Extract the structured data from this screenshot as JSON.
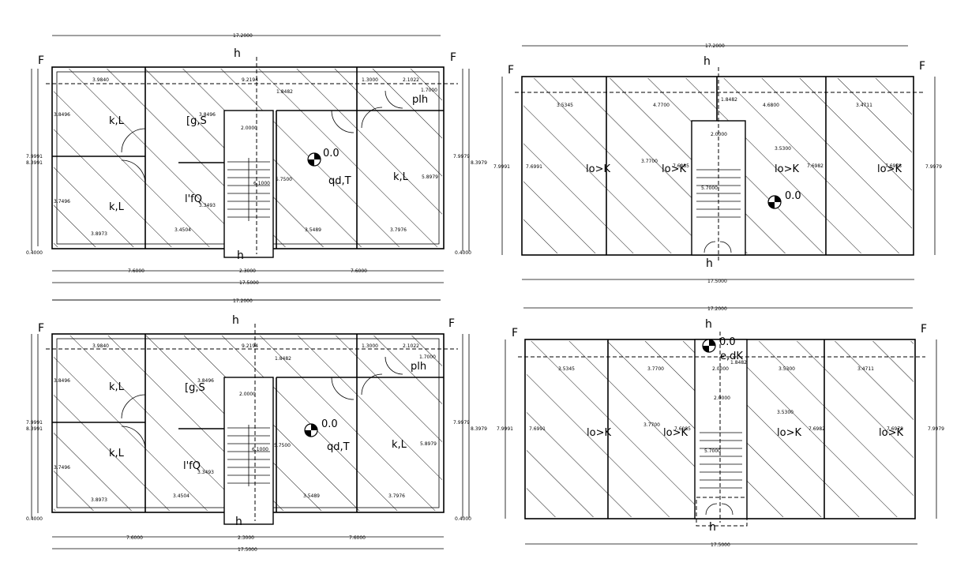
{
  "marks": {
    "section_letter": "F",
    "section_h": "h",
    "level": "0.0"
  },
  "plan_tl": {
    "top_overall": "17.2000",
    "top_segments": [
      "3.9840",
      "9.2194",
      "1.3000",
      "2.1022",
      "1.7000"
    ],
    "left_dims": [
      "3.8496",
      "3.7496",
      "7.9991",
      "8.3991",
      "0.4000"
    ],
    "right_dims": [
      "7.9979",
      "8.3979",
      "0.4000"
    ],
    "inner_dims": [
      "3.8496",
      "2.0000",
      "1.8482",
      "6.1000",
      "5.7500",
      "3.3493",
      "5.8979"
    ],
    "bottom_inner": [
      "3.8973",
      "3.4504",
      "3.5489",
      "3.7976"
    ],
    "bottom_segments": [
      "7.6000",
      "2.3000",
      "7.6000"
    ],
    "bottom_overall": "17.5000",
    "rooms": [
      "k,L",
      "k,L",
      "[g,S",
      "l'fQ",
      "qd,T",
      "k,L",
      "plh"
    ]
  },
  "plan_tr": {
    "top_overall": "17.2000",
    "top_segments": [
      "3.5345",
      "4.7700",
      "1.8482",
      "4.6800",
      "3.4711"
    ],
    "left_dims": [
      "7.9991",
      "7.6991"
    ],
    "right_dims": [
      "7.9979"
    ],
    "inner_dims": [
      "2.0000",
      "3.7700",
      "7.6085",
      "3.5300",
      "5.7000",
      "7.6982",
      "7.6978"
    ],
    "bottom_overall": "17.5000",
    "rooms": [
      "lo>K",
      "lo>K",
      "lo>K",
      "lo>K"
    ]
  },
  "plan_bl": {
    "top_overall": "17.2000",
    "top_segments": [
      "3.9840",
      "9.2194",
      "1.3000",
      "2.1022",
      "1.7000"
    ],
    "left_dims": [
      "3.8496",
      "3.7496",
      "7.9991",
      "8.3991",
      "0.4000"
    ],
    "right_dims": [
      "7.9979",
      "8.3979",
      "0.4000"
    ],
    "inner_dims": [
      "3.8496",
      "2.0000",
      "1.8482",
      "6.1000",
      "5.7500",
      "3.3493",
      "5.8979"
    ],
    "bottom_inner": [
      "3.8973",
      "3.4504",
      "3.5489",
      "3.7976"
    ],
    "bottom_segments": [
      "7.6000",
      "2.3000",
      "7.6000"
    ],
    "bottom_overall": "17.5000",
    "rooms": [
      "k,L",
      "k,L",
      "[g,S",
      "l'fQ",
      "qd,T",
      "k,L",
      "plh"
    ]
  },
  "plan_br": {
    "top_overall": "17.2000",
    "top_segments": [
      "3.5345",
      "3.7700",
      "2.0000",
      "3.5300",
      "3.4711"
    ],
    "left_dims": [
      "7.9991",
      "7.6991"
    ],
    "right_dims": [
      "7.9979"
    ],
    "inner_dims": [
      "1.8482",
      "2.0000",
      "3.7700",
      "7.6085",
      "3.5300",
      "5.7000",
      "7.6982",
      "7.6978"
    ],
    "bottom_overall": "17.5000",
    "rooms": [
      "lo>K",
      "lo>K",
      "lo>K",
      "lo>K",
      "e,dK"
    ]
  }
}
